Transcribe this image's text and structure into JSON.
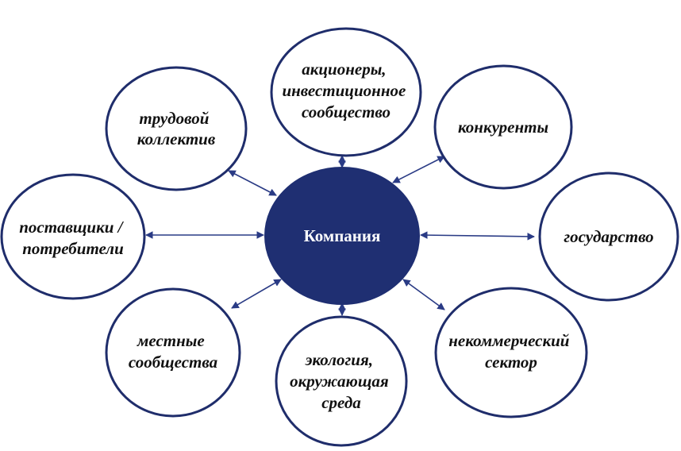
{
  "diagram": {
    "center": {
      "label": "Компания"
    },
    "nodes": [
      {
        "id": "shareholders",
        "lines": [
          "акционеры,",
          "инвестиционное",
          "сообщество"
        ]
      },
      {
        "id": "labor",
        "lines": [
          "трудовой",
          "коллектив"
        ]
      },
      {
        "id": "competitors",
        "lines": [
          "конкуренты"
        ]
      },
      {
        "id": "suppliers",
        "lines": [
          "поставщики /",
          "потребители"
        ]
      },
      {
        "id": "state",
        "lines": [
          "государство"
        ]
      },
      {
        "id": "local",
        "lines": [
          "местные",
          "сообщества"
        ]
      },
      {
        "id": "ecology",
        "lines": [
          "экология,",
          "окружающая",
          "среда"
        ]
      },
      {
        "id": "nonprofit",
        "lines": [
          "некоммерческий",
          "сектор"
        ]
      }
    ],
    "colors": {
      "center_fill": "#1f2f72",
      "outline": "#1f2d6b",
      "arrow": "#2a3b85"
    }
  }
}
